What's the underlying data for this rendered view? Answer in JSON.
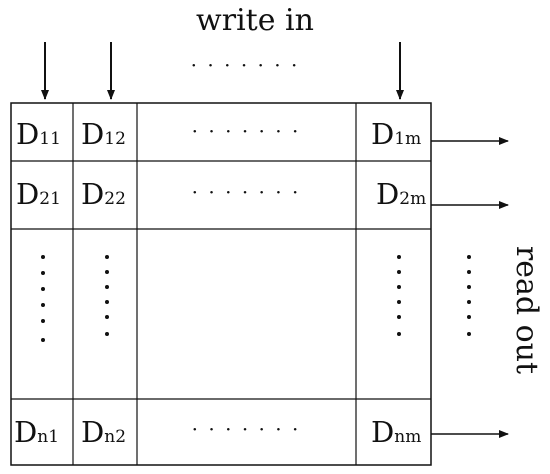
{
  "title": "write in",
  "side_label": "read out",
  "horizontal_dots": "· · · · · · ·",
  "cells": {
    "r1c1": {
      "base": "D",
      "sub": "11"
    },
    "r1c2": {
      "base": "D",
      "sub": "12"
    },
    "r1cm": {
      "base": "D",
      "sub": "1m"
    },
    "r2c1": {
      "base": "D",
      "sub": "21"
    },
    "r2c2": {
      "base": "D",
      "sub": "22"
    },
    "r2cm": {
      "base": "D",
      "sub": "2m"
    },
    "rnc1": {
      "base": "D",
      "sub": "n1"
    },
    "rnc2": {
      "base": "D",
      "sub": "n2"
    },
    "rncm": {
      "base": "D",
      "sub": "nm"
    }
  }
}
